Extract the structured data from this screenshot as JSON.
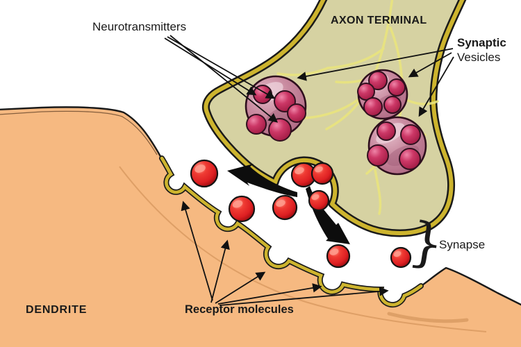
{
  "title": "Synapse diagram",
  "labels": {
    "neurotransmitters": "Neurotransmitters",
    "axon_terminal": "AXON TERMINAL",
    "synaptic_vesicles_line1": "Synaptic",
    "synaptic_vesicles_line2": "Vesicles",
    "synapse": "Synapse",
    "dendrite": "DENDRITE",
    "receptor_molecules": "Receptor molecules",
    "synapse_brace_glyph": "}"
  },
  "figure": {
    "synaptic_vesicle_count": 3,
    "released_neurotransmitter_count": 8,
    "receptor_site_count": 5
  },
  "colors": {
    "background": "#ffffff",
    "axon_fill": "#d6d2a2",
    "membrane_olive": "#cdb42e",
    "filament_yellow": "#e9e47e",
    "dendrite_fill": "#f6b981",
    "dendrite_shade": "#d99a61",
    "vesicle_fill": "#c68da0",
    "vesicle_sphere": "#c42a5c",
    "neurotransmitter_red": "#e31e24",
    "outline_dark": "#1a1a1a",
    "text": "#1a1a1a"
  }
}
